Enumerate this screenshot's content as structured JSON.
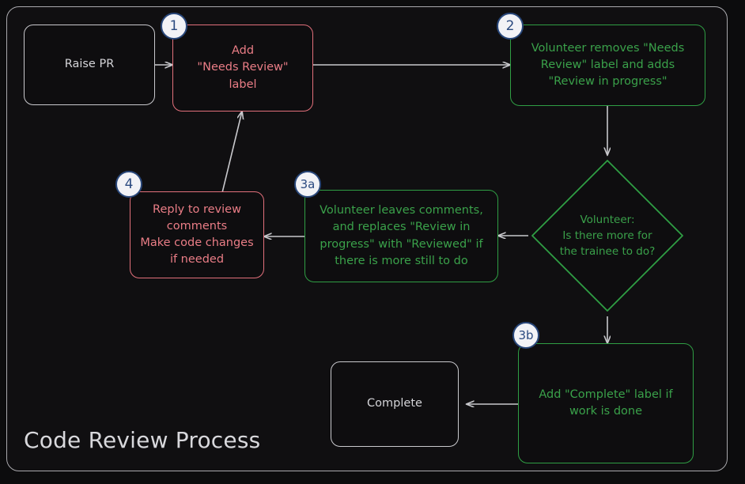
{
  "diagram": {
    "title": "Code Review Process",
    "type": "flowchart",
    "colors": {
      "background": "#0c0c0d",
      "frame_border": "#a9a9ad",
      "neutral": "#d4d4d8",
      "red": "#ea7d86",
      "green": "#3aa14a",
      "badge_fill": "#f2f2f6",
      "badge_border": "#29477a",
      "badge_text": "#2b4a80",
      "edge": "#c8c8cc"
    },
    "nodes": [
      {
        "id": "raise-pr",
        "label": "Raise PR",
        "style": "neutral",
        "shape": "rounded-rect",
        "badge": null
      },
      {
        "id": "add-label",
        "label": "Add\n\"Needs Review\"\nlabel",
        "style": "red",
        "shape": "rounded-rect",
        "badge": "1"
      },
      {
        "id": "volunteer-1",
        "label": "Volunteer removes \"Needs\nReview\" label and adds\n\"Review in progress\"",
        "style": "green",
        "shape": "rounded-rect",
        "badge": "2"
      },
      {
        "id": "decision",
        "label": "Volunteer:\nIs there more for\nthe trainee to do?",
        "style": "green",
        "shape": "diamond",
        "badge": null
      },
      {
        "id": "volunteer-3a",
        "label": "Volunteer leaves comments,\nand replaces \"Review in\nprogress\" with \"Reviewed\" if\nthere is more still to do",
        "style": "green",
        "shape": "rounded-rect",
        "badge": "3a"
      },
      {
        "id": "reply-review",
        "label": "Reply to review\ncomments\nMake code changes\nif needed",
        "style": "red",
        "shape": "rounded-rect",
        "badge": "4"
      },
      {
        "id": "add-complete",
        "label": "Add \"Complete\" label if\nwork is done",
        "style": "green",
        "shape": "rounded-rect",
        "badge": "3b"
      },
      {
        "id": "complete",
        "label": "Complete",
        "style": "neutral",
        "shape": "rounded-rect",
        "badge": null
      }
    ],
    "edges": [
      {
        "from": "raise-pr",
        "to": "add-label"
      },
      {
        "from": "add-label",
        "to": "volunteer-1"
      },
      {
        "from": "volunteer-1",
        "to": "decision"
      },
      {
        "from": "decision",
        "to": "volunteer-3a"
      },
      {
        "from": "volunteer-3a",
        "to": "reply-review"
      },
      {
        "from": "reply-review",
        "to": "add-label"
      },
      {
        "from": "decision",
        "to": "add-complete"
      },
      {
        "from": "add-complete",
        "to": "complete"
      }
    ],
    "badges": [
      "1",
      "2",
      "3a",
      "4",
      "3b"
    ]
  }
}
